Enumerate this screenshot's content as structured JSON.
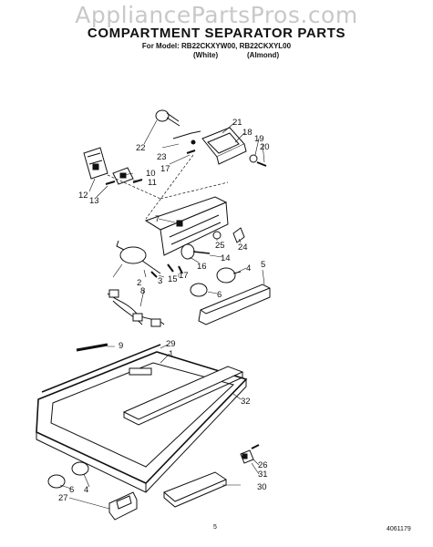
{
  "watermark": "AppliancePartsPros.com",
  "title": "COMPARTMENT SEPARATOR PARTS",
  "model_line": "For Model: RB22CKXYW00, RB22CKXYL00",
  "variants": [
    "(White)",
    "(Almond)"
  ],
  "page_number": "5",
  "doc_number": "4061179",
  "part_labels": [
    "1",
    "2",
    "3",
    "4",
    "4",
    "5",
    "6",
    "6",
    "7",
    "8",
    "9",
    "10",
    "11",
    "12",
    "13",
    "14",
    "15",
    "16",
    "17",
    "17",
    "18",
    "19",
    "20",
    "21",
    "22",
    "23",
    "24",
    "25",
    "26",
    "27",
    "29",
    "30",
    "31",
    "32"
  ]
}
